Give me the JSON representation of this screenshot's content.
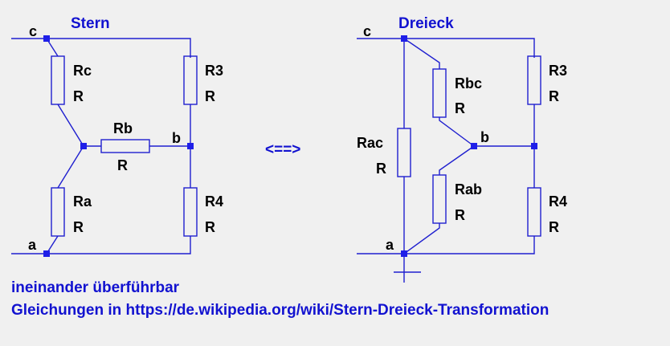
{
  "star": {
    "title": "Stern",
    "node_c": "c",
    "node_b": "b",
    "node_a": "a",
    "rc_name": "Rc",
    "rc_value": "R",
    "rb_name": "Rb",
    "rb_value": "R",
    "ra_name": "Ra",
    "ra_value": "R",
    "r3_name": "R3",
    "r3_value": "R",
    "r4_name": "R4",
    "r4_value": "R"
  },
  "arrow": "<==>",
  "delta": {
    "title": "Dreieck",
    "node_c": "c",
    "node_b": "b",
    "node_a": "a",
    "rbc_name": "Rbc",
    "rbc_value": "R",
    "rac_name": "Rac",
    "rac_value": "R",
    "rab_name": "Rab",
    "rab_value": "R",
    "r3_name": "R3",
    "r3_value": "R",
    "r4_name": "R4",
    "r4_value": "R"
  },
  "notes": {
    "line1": "ineinander überführbar",
    "line2": "Gleichungen in https://de.wikipedia.org/wiki/Stern-Dreieck-Transformation"
  }
}
